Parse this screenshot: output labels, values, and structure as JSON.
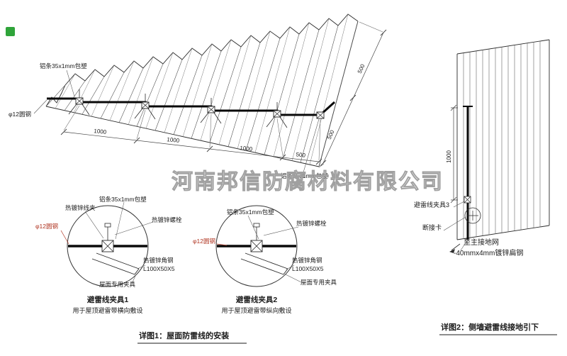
{
  "watermark": {
    "text": "河南邦信防腐材料有限公司"
  },
  "roof": {
    "strip_label_top": "铝条35x1mm包塑",
    "strip_label_right": "铝条35x1mm包塑",
    "round_steel_label": "φ12圆钢",
    "dims": {
      "seg1": "1000",
      "seg2": "1000",
      "seg3": "1000",
      "seg4": "500",
      "width1": "500",
      "width2": "500"
    }
  },
  "detail1": {
    "title": "避雷线夹具1",
    "subtitle": "用于屋顶避雷带横向敷设",
    "labels": {
      "strip": "铝条35x1mm包塑",
      "wire_clip": "热镀锌线夹",
      "bolt": "热镀锌螺栓",
      "round_steel": "φ12圆钢",
      "angle_steel": "热镀锌角钢",
      "angle_spec": "L100X50X5",
      "roof_clamp": "屋面专用夹具"
    }
  },
  "detail2": {
    "title": "避雷线夹具2",
    "subtitle": "用于屋顶避雷带纵向敷设",
    "labels": {
      "strip": "铝条35x1mm包塑",
      "bolt": "热镀锌螺栓",
      "round_steel": "φ12圆钢",
      "angle_steel": "热镀锌角钢",
      "angle_spec": "L100X50X5",
      "roof_clamp": "屋面专用夹具"
    }
  },
  "wall": {
    "dim_height": "1000",
    "labels": {
      "clamp3": "避雷线夹具3",
      "disconnect": "断接卡",
      "to_ground": "至主接地网",
      "flat_steel": "-40mmx4mm镀锌扁钢"
    }
  },
  "captions": {
    "detail1": "详图1：屋面防雷线的安装",
    "detail2": "详图2：侧墙避雷线接地引下"
  }
}
